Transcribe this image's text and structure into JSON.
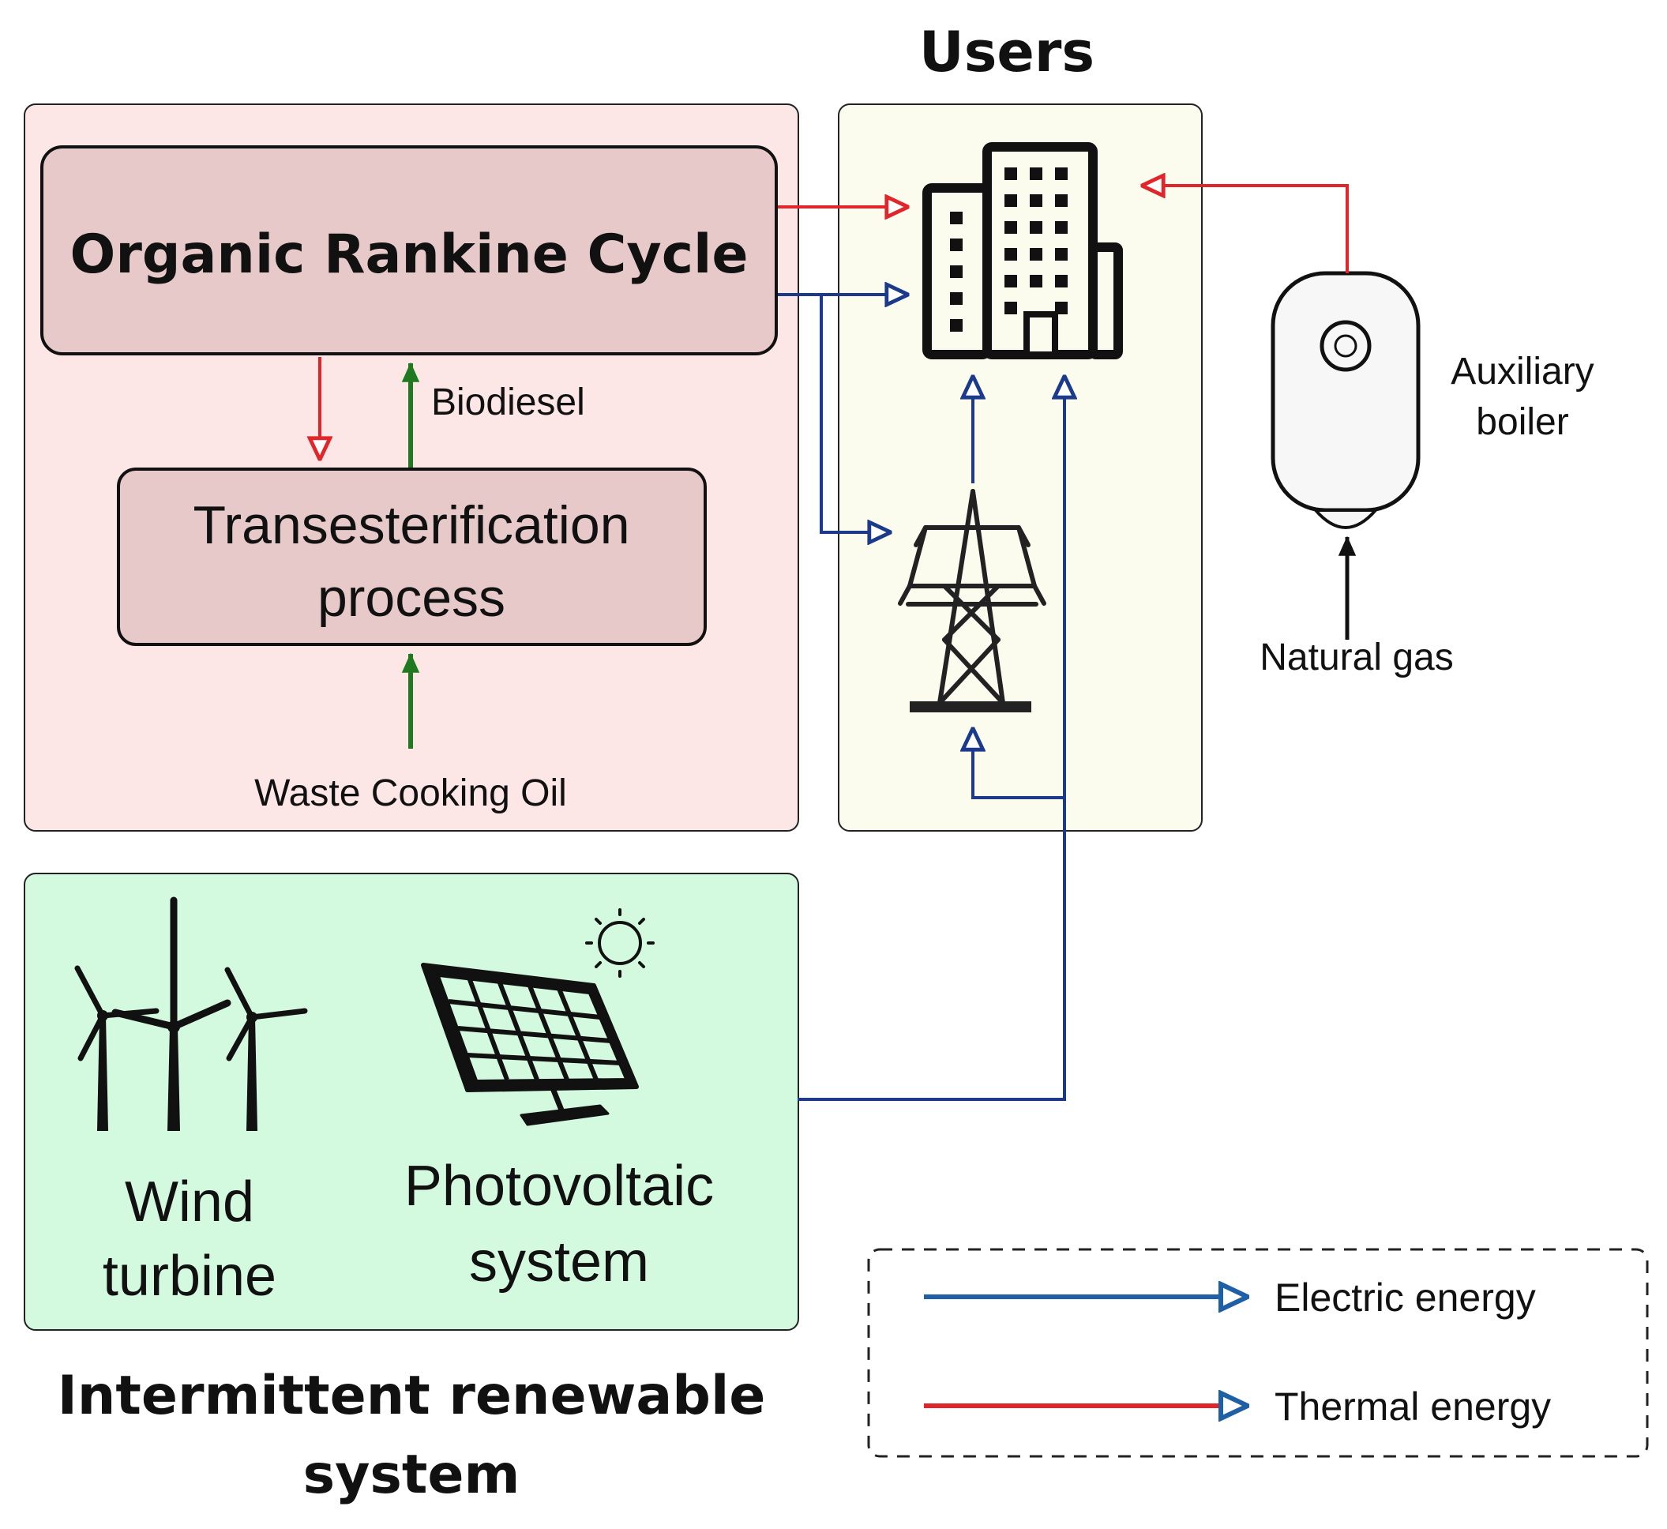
{
  "colors": {
    "electric": "#1c3a8c",
    "legend_electric": "#1f5fa6",
    "thermal": "#e0252b",
    "material": "#1f7a1f",
    "fuel": "#111111",
    "orc_region_fill": "#fde6e6",
    "process_box_fill": "#e8c9c9",
    "users_region_fill": "#fbfbee",
    "renewable_region_fill": "#d3f9de"
  },
  "titles": {
    "users": "Users",
    "renewable_line1": "Intermittent renewable",
    "renewable_line2": "system"
  },
  "blocks": {
    "orc": "Organic Rankine Cycle",
    "transesterification_line1": "Transesterification",
    "transesterification_line2": "process"
  },
  "flows": {
    "biodiesel": "Biodiesel",
    "waste_cooking_oil": "Waste Cooking Oil",
    "natural_gas": "Natural gas"
  },
  "components": {
    "auxiliary_boiler_line1": "Auxiliary",
    "auxiliary_boiler_line2": "boiler",
    "wind_turbine_line1": "Wind",
    "wind_turbine_line2": "turbine",
    "photovoltaic_line1": "Photovoltaic",
    "photovoltaic_line2": "system"
  },
  "icons": {
    "users": "building-icon",
    "grid": "power-pylon-icon",
    "boiler": "water-heater-icon",
    "wind": "wind-turbines-icon",
    "pv": "solar-panel-icon",
    "sun": "sun-icon"
  },
  "legend": {
    "electric": "Electric energy",
    "thermal": "Thermal energy"
  }
}
